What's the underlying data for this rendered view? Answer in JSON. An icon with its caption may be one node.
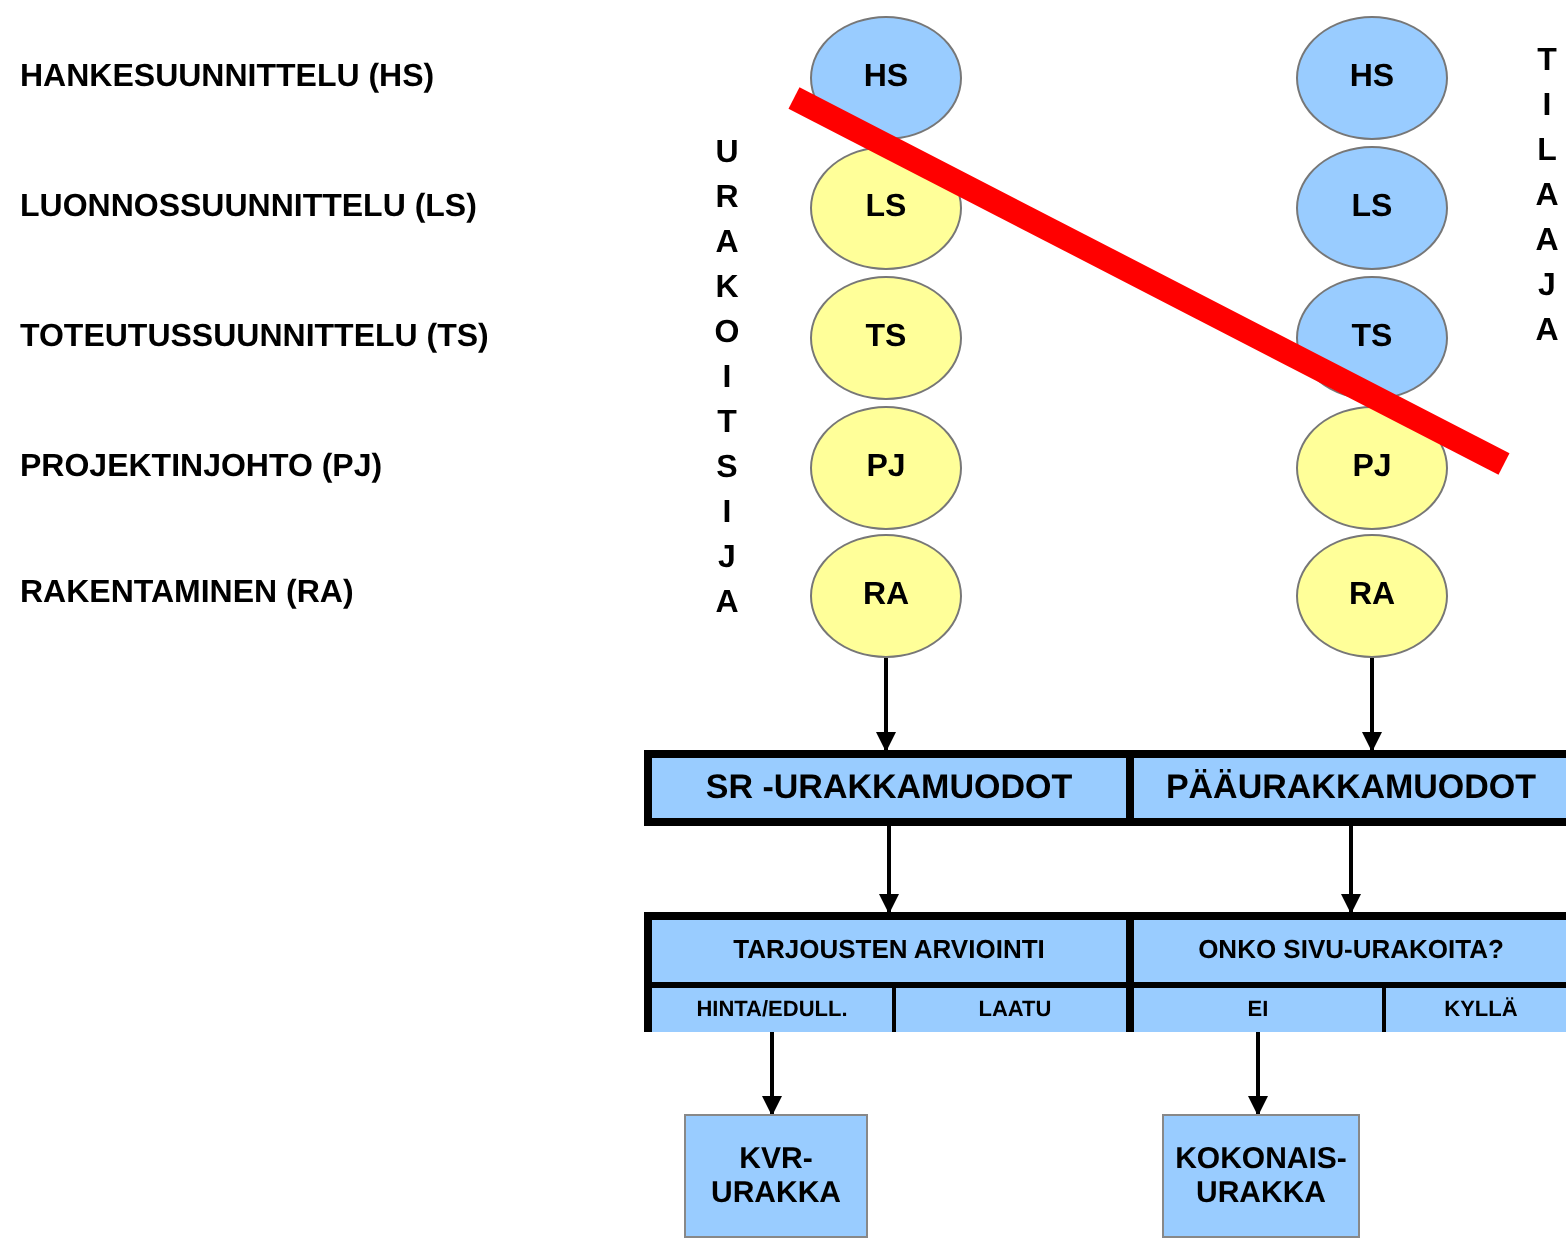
{
  "diagram": {
    "nodes": [
      {
        "text": [
          "HS"
        ]
      },
      {
        "text": [
          "LS"
        ]
      },
      {
        "text": [
          "TS"
        ]
      },
      {
        "text": [
          "PJ"
        ]
      },
      {
        "text": [
          "RA"
        ]
      },
      {
        "text": [
          "HS"
        ]
      },
      {
        "text": [
          "LS"
        ]
      },
      {
        "text": [
          "TS"
        ]
      },
      {
        "text": [
          "PJ"
        ]
      },
      {
        "text": [
          "RA"
        ]
      },
      {
        "text": [
          "SR -URAKKAMUODOT"
        ]
      },
      {
        "text": [
          "PÄÄURAKKAMUODOT"
        ]
      },
      {
        "text": [
          "TARJOUSTEN ARVIOINTI"
        ]
      },
      {
        "text": [
          "HINTA/EDULL."
        ],
        "in": 12
      },
      {
        "text": [
          "LAATU"
        ],
        "in": 12
      },
      {
        "text": [
          "ONKO SIVU-URAKOITA?"
        ]
      },
      {
        "text": [
          "EI"
        ],
        "in": 15
      },
      {
        "text": [
          "KYLLÄ"
        ],
        "in": 15
      },
      {
        "text": [
          "KVR- URAKKA"
        ]
      },
      {
        "text": [
          "KOKONAIS- URAKKA"
        ]
      }
    ],
    "edges": [
      {
        "from": 4,
        "to": 10,
        "arrow": "to"
      },
      {
        "from": 9,
        "to": 11,
        "arrow": "to"
      },
      {
        "from": 10,
        "to": 12,
        "arrow": "to"
      },
      {
        "from": 11,
        "to": 15,
        "arrow": "to"
      },
      {
        "from": 13,
        "to": 18,
        "arrow": "to"
      },
      {
        "from": 16,
        "to": 19,
        "arrow": "to"
      }
    ],
    "labels": [
      "HANKESUUNNITTELU (HS)",
      "LUONNOSSUUNNITTELU (LS)",
      "TOTEUTUSSUUNNITTELU (TS)",
      "PROJEKTINJOHTO (PJ)",
      "RAKENTAMINEN (RA)",
      "URAKOITSIJA",
      "TILAAJA"
    ]
  }
}
